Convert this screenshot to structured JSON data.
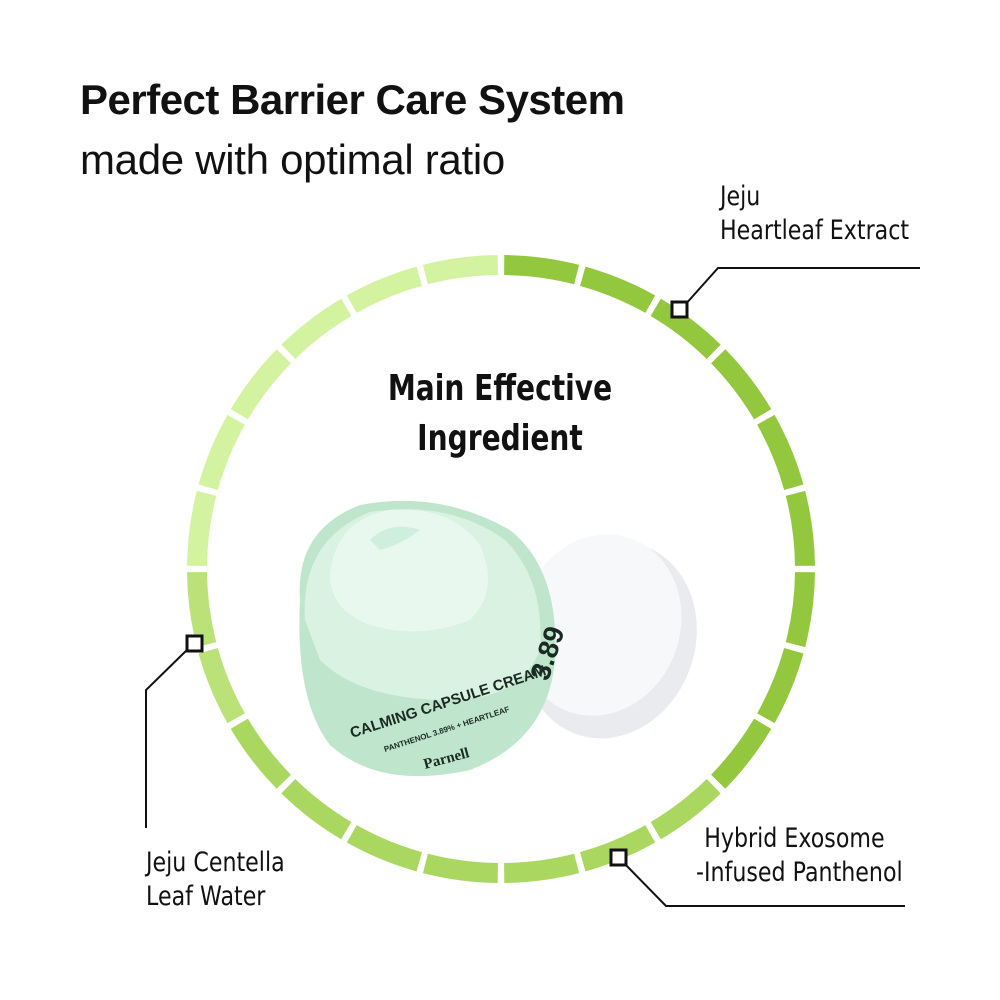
{
  "header": {
    "title": "Perfect Barrier Care System",
    "subtitle": "made with optimal ratio"
  },
  "center": {
    "line1": "Main Effective",
    "line2": "Ingredient"
  },
  "callouts": {
    "heartleaf": {
      "line1": "Jeju",
      "line2": "Heartleaf Extract"
    },
    "centella": {
      "line1": "Jeju Centella",
      "line2": "Leaf Water"
    },
    "panthenol": {
      "line1": "Hybrid Exosome",
      "line2": "-Infused Panthenol"
    }
  },
  "product": {
    "name": "CALMING CAPSULE CREAM",
    "sub": "PANTHENOL 3.89% + HEARTLEAF",
    "brand": "Parnell",
    "percent": "3.89"
  },
  "colors": {
    "ring_dark": "#93c83e",
    "ring_light": "#d4f3a0",
    "cream": "#c9ecd6",
    "line": "#111111"
  }
}
